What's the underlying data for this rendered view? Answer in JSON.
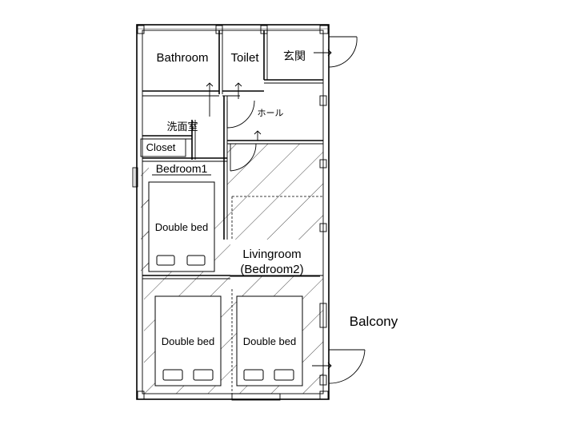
{
  "rooms": {
    "bathroom": "Bathroom",
    "toilet": "Toilet",
    "entrance": "玄関",
    "hall": "ホール",
    "washroom": "洗面室",
    "closet": "Closet",
    "bedroom1": "Bedroom1",
    "livingroom": "Livingroom",
    "livingroom_sub": "(Bedroom2)",
    "balcony": "Balcony"
  },
  "beds": {
    "bed1": "Double bed",
    "bed2": "Double bed",
    "bed3": "Double bed"
  }
}
